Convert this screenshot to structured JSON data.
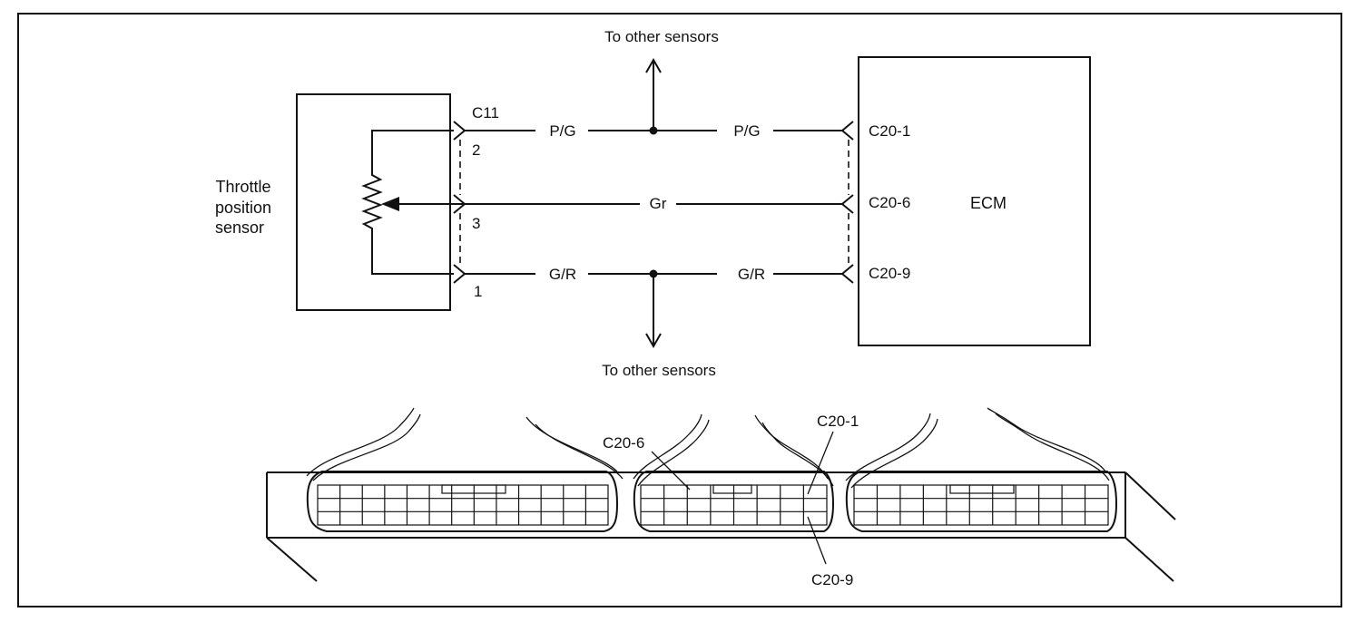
{
  "sensor": {
    "name_lines": [
      "Throttle",
      "position",
      "sensor"
    ],
    "connector": "C11",
    "pins": [
      "2",
      "3",
      "1"
    ]
  },
  "ecm": {
    "label": "ECM",
    "pins": [
      "C20-1",
      "C20-6",
      "C20-9"
    ]
  },
  "wires": {
    "top_left": "P/G",
    "top_right": "P/G",
    "middle": "Gr",
    "bottom_left": "G/R",
    "bottom_right": "G/R"
  },
  "branches": {
    "top": "To other sensors",
    "bottom": "To other sensors"
  },
  "connector_callouts": {
    "c20_6": "C20-6",
    "c20_1": "C20-1",
    "c20_9": "C20-9"
  }
}
